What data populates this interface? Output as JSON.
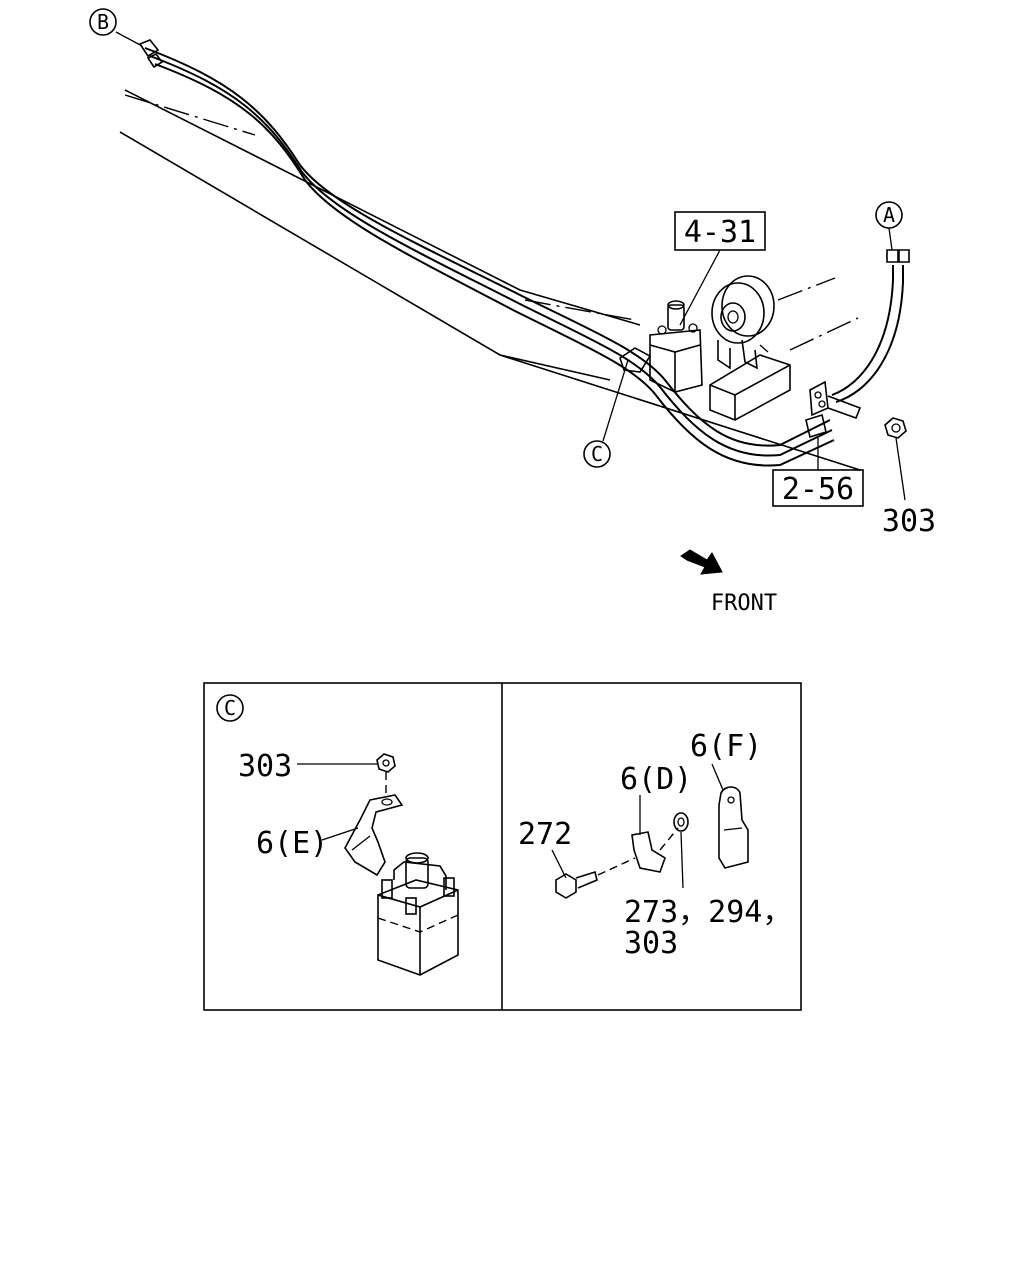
{
  "callouts": {
    "b": "B",
    "a": "A",
    "c": "C",
    "detail_c": "C"
  },
  "labels": {
    "ref_4_31": "4-31",
    "ref_2_56": "2-56",
    "part_303_main": "303",
    "front": "FRONT",
    "part_303_detail": "303",
    "part_6e": "6(E)",
    "part_272": "272",
    "part_6d": "6(D)",
    "part_6f": "6(F)",
    "parts_273_294": "273，294，",
    "part_303_lower": "303"
  },
  "colors": {
    "line": "#000000",
    "background": "#ffffff"
  },
  "icons": {
    "front_arrow": "front-arrow-icon"
  }
}
